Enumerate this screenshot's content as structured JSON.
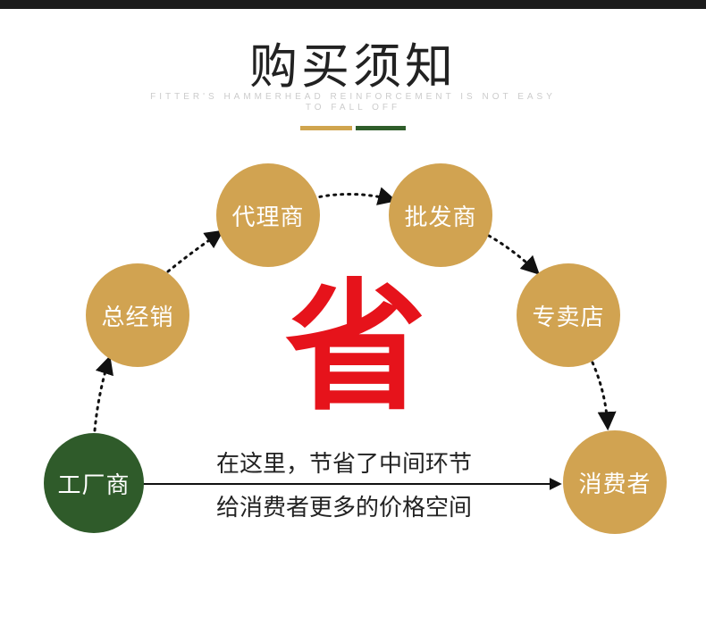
{
  "header": {
    "title": "购买须知",
    "subtitle": "FITTER'S HAMMERHEAD REINFORCEMENT IS NOT EASY TO FALL OFF"
  },
  "colors": {
    "gold": "#d1a351",
    "green": "#2f5b2a",
    "red": "#e6131b",
    "topbar": "#1c1c1c"
  },
  "flow": {
    "nodes": {
      "factory": "工厂商",
      "general_distributor": "总经销",
      "agent": "代理商",
      "wholesaler": "批发商",
      "store": "专卖店",
      "consumer": "消费者"
    },
    "center_char": "省",
    "caption_line1": "在这里，节省了中间环节",
    "caption_line2": "给消费者更多的价格空间"
  }
}
